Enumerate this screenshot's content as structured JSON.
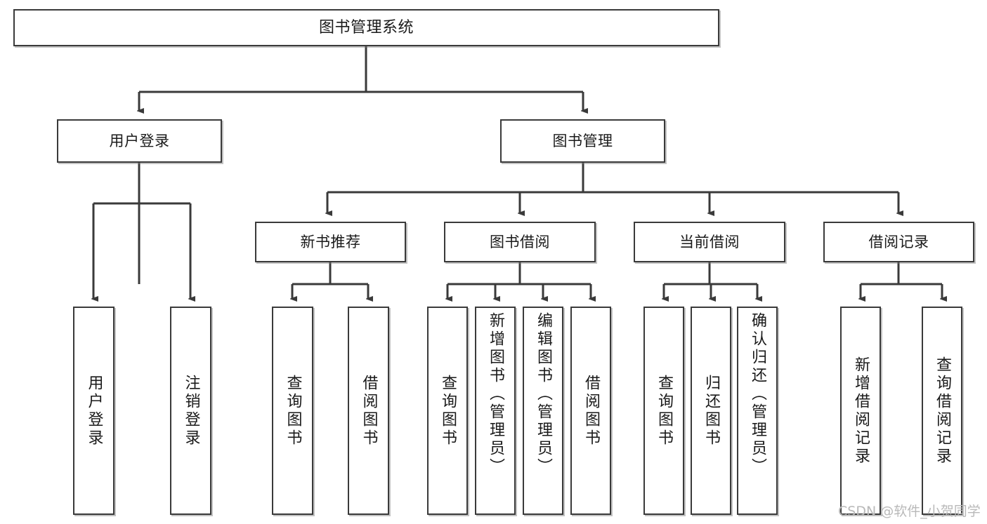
{
  "diagram": {
    "title": "图书管理系统",
    "type": "tree",
    "watermark": "CSDN @软件_小贺同学",
    "colors": {
      "border": "#3a3a3a",
      "background": "#ffffff",
      "text": "#1a1a1a",
      "edge": "#3a3a3a",
      "watermark": "#b9b9b9"
    },
    "root": {
      "label": "图书管理系统"
    },
    "level2": [
      {
        "id": "user-login",
        "label": "用户登录"
      },
      {
        "id": "book-manage",
        "label": "图书管理"
      }
    ],
    "level3": [
      {
        "id": "new-book-recommend",
        "label": "新书推荐"
      },
      {
        "id": "book-borrow",
        "label": "图书借阅"
      },
      {
        "id": "current-borrow",
        "label": "当前借阅"
      },
      {
        "id": "borrow-record",
        "label": "借阅记录"
      }
    ],
    "leaves": {
      "user_login": [
        {
          "id": "leaf-user-login",
          "label": "用户登录"
        },
        {
          "id": "leaf-logout-login",
          "label": "注销登录"
        }
      ],
      "new_book_recommend": [
        {
          "id": "leaf-query-book-1",
          "label": "查询图书"
        },
        {
          "id": "leaf-borrow-book-1",
          "label": "借阅图书"
        }
      ],
      "book_borrow": [
        {
          "id": "leaf-query-book-2",
          "label": "查询图书"
        },
        {
          "id": "leaf-add-book-admin",
          "label": "新增图书（管理员）"
        },
        {
          "id": "leaf-edit-book-admin",
          "label": "编辑图书（管理员）"
        },
        {
          "id": "leaf-borrow-book-2",
          "label": "借阅图书"
        }
      ],
      "current_borrow": [
        {
          "id": "leaf-query-book-3",
          "label": "查询图书"
        },
        {
          "id": "leaf-return-book",
          "label": "归还图书"
        },
        {
          "id": "leaf-confirm-return-admin",
          "label": "确认归还（管理员）"
        }
      ],
      "borrow_record": [
        {
          "id": "leaf-add-borrow-record",
          "label": "新增借阅记录"
        },
        {
          "id": "leaf-query-borrow-record",
          "label": "查询借阅记录"
        }
      ]
    }
  }
}
